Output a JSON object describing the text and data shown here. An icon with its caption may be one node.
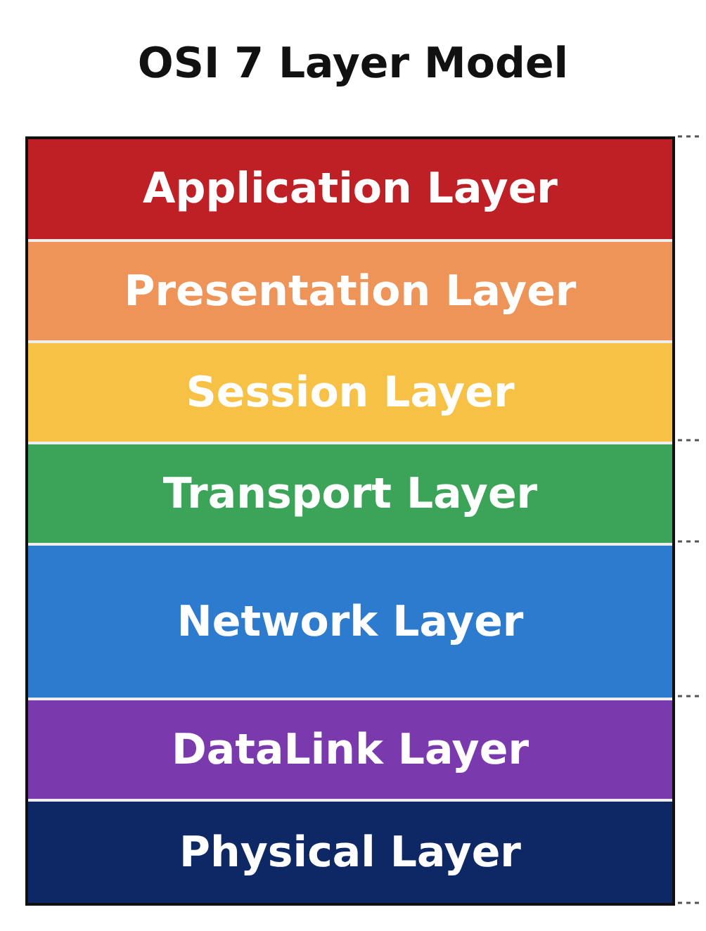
{
  "diagram": {
    "title": "OSI 7 Layer Model",
    "nodes": [
      {
        "text": [
          "Application Layer"
        ]
      },
      {
        "text": [
          "Presentation Layer"
        ]
      },
      {
        "text": [
          "Session Layer"
        ]
      },
      {
        "text": [
          "Transport Layer"
        ]
      },
      {
        "text": [
          "Network Layer"
        ]
      },
      {
        "text": [
          "DataLink Layer"
        ]
      },
      {
        "text": [
          "Physical Layer"
        ]
      }
    ]
  }
}
